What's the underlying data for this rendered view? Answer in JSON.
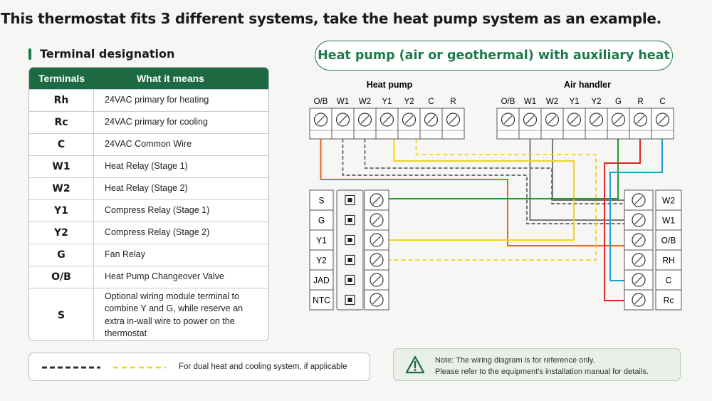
{
  "headline": "This thermostat fits 3 different systems, take the heat pump system as an example.",
  "terminal_designation": {
    "title": "Terminal designation",
    "columns": [
      "Terminals",
      "What it means"
    ],
    "rows": [
      {
        "terminal": "Rh",
        "meaning": "24VAC primary for heating"
      },
      {
        "terminal": "Rc",
        "meaning": "24VAC primary for cooling"
      },
      {
        "terminal": "C",
        "meaning": "24VAC Common Wire"
      },
      {
        "terminal": "W1",
        "meaning": "Heat Relay (Stage 1)"
      },
      {
        "terminal": "W2",
        "meaning": "Heat Relay (Stage 2)"
      },
      {
        "terminal": "Y1",
        "meaning": "Compress Relay (Stage 1)"
      },
      {
        "terminal": "Y2",
        "meaning": "Compress Relay (Stage 2)"
      },
      {
        "terminal": "G",
        "meaning": "Fan Relay"
      },
      {
        "terminal": "O/B",
        "meaning": "Heat Pump Changeover Valve"
      },
      {
        "terminal": "S",
        "meaning": "Optional wiring module terminal to combine Y and G, while reserve an extra in-wall wire to power on the thermostat"
      }
    ]
  },
  "legend": {
    "text": "For dual heat and cooling system, if applicable"
  },
  "note": {
    "line1": "Note: The wiring diagram is for reference only.",
    "line2": "Please refer to the equipment's installation manual for details."
  },
  "diagram": {
    "title": "Heat pump (air or geothermal) with auxiliary heat",
    "heat_pump": {
      "label": "Heat pump",
      "terminals": [
        "O/B",
        "W1",
        "W2",
        "Y1",
        "Y2",
        "C",
        "R"
      ]
    },
    "air_handler": {
      "label": "Air handler",
      "terminals": [
        "O/B",
        "W1",
        "W2",
        "Y1",
        "Y2",
        "G",
        "R",
        "C"
      ]
    },
    "thermostat_left": [
      "S",
      "G",
      "Y1",
      "Y2",
      "JAD",
      "NTC"
    ],
    "thermostat_right": [
      "W2",
      "W1",
      "O/B",
      "RH",
      "C",
      "Rc"
    ],
    "wire_colors": {
      "orange": "#e8651e",
      "yellow": "#f0d320",
      "green": "#1f9a2e",
      "red": "#de2626",
      "blue": "#1aa0cf",
      "gray": "#7a7a7a",
      "dark_dashed": "#444444"
    }
  }
}
